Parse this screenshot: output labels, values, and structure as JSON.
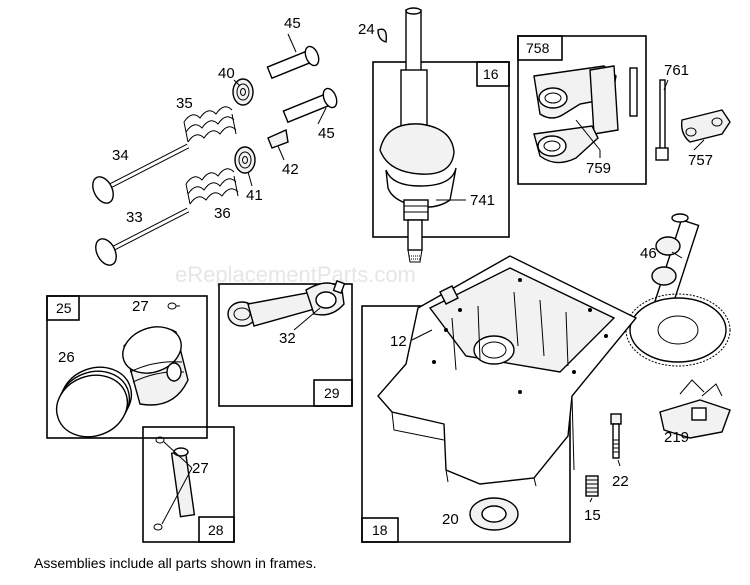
{
  "watermark": "eReplacementParts.com",
  "footnote": "Assemblies include all parts shown in frames.",
  "labels": {
    "p45a": "45",
    "p24": "24",
    "p16": "16",
    "p40": "40",
    "p35": "35",
    "p45b": "45",
    "p34": "34",
    "p42": "42",
    "p41": "41",
    "p33": "33",
    "p36": "36",
    "p741": "741",
    "p758": "758",
    "p761": "761",
    "p759": "759",
    "p757": "757",
    "p46": "46",
    "p25": "25",
    "p27a": "27",
    "p26": "26",
    "p32": "32",
    "p29": "29",
    "p12": "12",
    "p27b": "27",
    "p28": "28",
    "p18": "18",
    "p20": "20",
    "p15": "15",
    "p22": "22",
    "p219": "219"
  }
}
